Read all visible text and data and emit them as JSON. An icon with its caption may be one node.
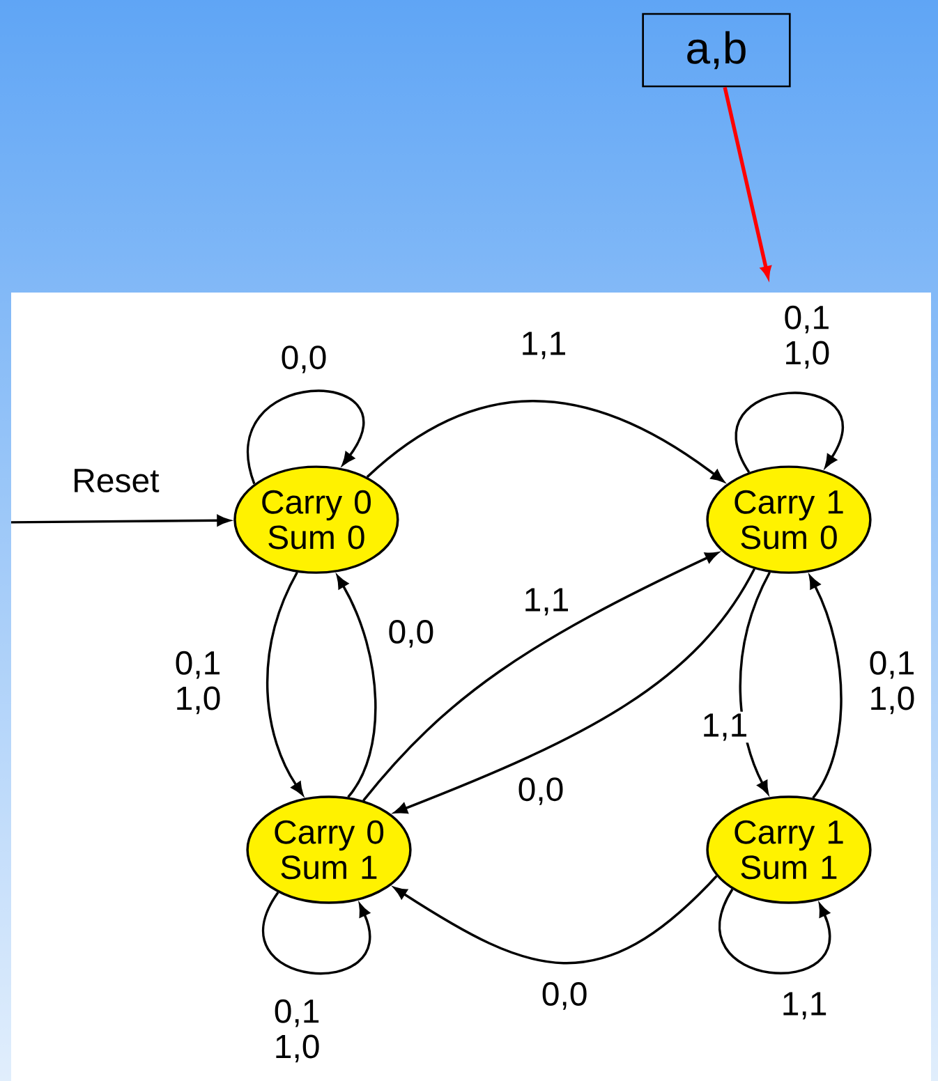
{
  "diagram": {
    "nodes": [
      {
        "text": [
          "Carry 0 Sum 0"
        ]
      },
      {
        "text": [
          "Carry 1 Sum 0"
        ]
      },
      {
        "text": [
          "Carry 0 Sum 1"
        ]
      },
      {
        "text": [
          "Carry 1 Sum 1"
        ]
      },
      {
        "text": [
          "a,b"
        ]
      }
    ],
    "edges": [
      {
        "from": 0,
        "to": 0,
        "arrow": "to",
        "label": "0,0"
      },
      {
        "from": 0,
        "to": 1,
        "arrow": "to",
        "label": "1,1"
      },
      {
        "from": null,
        "to": 0,
        "arrow": "to",
        "label": "Reset"
      },
      {
        "from": 1,
        "to": 1,
        "arrow": "to",
        "label": "0,1 1,0"
      },
      {
        "from": 0,
        "to": 2,
        "arrow": "to",
        "label": "0,1 1,0"
      },
      {
        "from": 2,
        "to": 0,
        "arrow": "to",
        "label": "0,0"
      },
      {
        "from": 2,
        "to": 1,
        "arrow": "to",
        "label": "1,1"
      },
      {
        "from": 1,
        "to": 2,
        "arrow": "to",
        "label": "0,0"
      },
      {
        "from": 1,
        "to": 3,
        "arrow": "to",
        "label": "1,1"
      },
      {
        "from": 3,
        "to": 1,
        "arrow": "to",
        "label": "0,1 1,0"
      },
      {
        "from": 2,
        "to": 2,
        "arrow": "to",
        "label": "0,1 1,0"
      },
      {
        "from": 3,
        "to": 3,
        "arrow": "to",
        "label": "1,1"
      },
      {
        "from": 3,
        "to": 2,
        "arrow": "to",
        "label": "0,0"
      },
      {
        "from": 4,
        "to": null,
        "arrow": "to",
        "color": "#ff0000"
      }
    ]
  }
}
